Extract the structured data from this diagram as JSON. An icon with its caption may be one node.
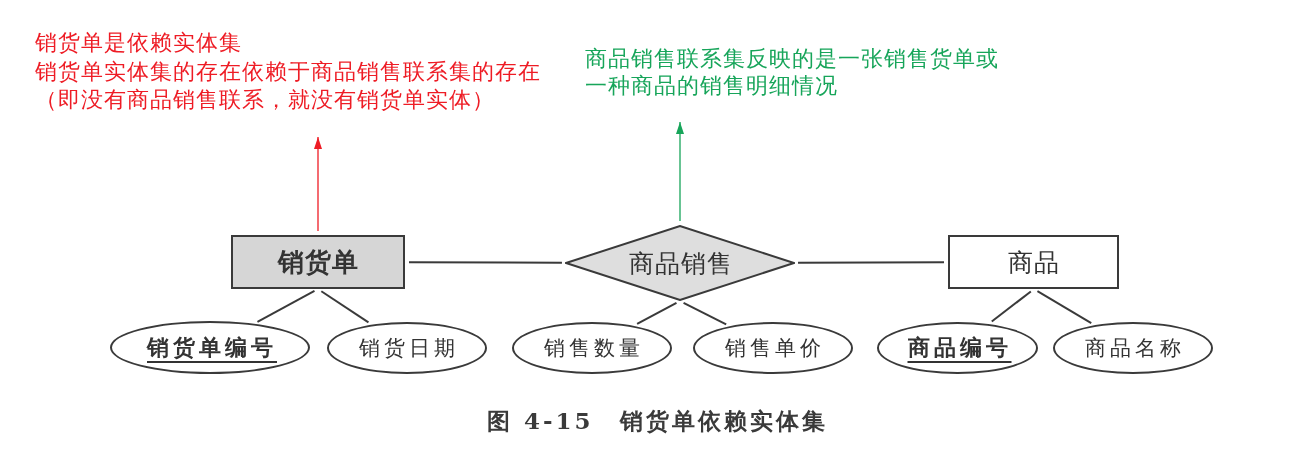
{
  "diagram": {
    "caption": "图 4-15　销货单依赖实体集",
    "nodes": [
      {
        "text": [
          "销货单是依赖实体集",
          "销货单实体集的存在依赖于商品销售联系集的存在",
          "（即没有商品销售联系，就没有销货单实体）"
        ]
      },
      {
        "text": [
          "商品销售联系集反映的是一张销售货单或一种商品的销售明细情况"
        ]
      },
      {
        "text": [
          "销货单"
        ]
      },
      {
        "text": [
          "商品销售"
        ]
      },
      {
        "text": [
          "商品"
        ]
      },
      {
        "text": [
          "销货单编号"
        ]
      },
      {
        "text": [
          "销货日期"
        ]
      },
      {
        "text": [
          "销售数量"
        ]
      },
      {
        "text": [
          "销售单价"
        ]
      },
      {
        "text": [
          "商品编号"
        ]
      },
      {
        "text": [
          "商品名称"
        ]
      }
    ],
    "edges": [
      {
        "from": 2,
        "to": 3,
        "arrow": "none"
      },
      {
        "from": 3,
        "to": 4,
        "arrow": "none"
      },
      {
        "from": 2,
        "to": 5,
        "arrow": "none"
      },
      {
        "from": 2,
        "to": 6,
        "arrow": "none"
      },
      {
        "from": 3,
        "to": 7,
        "arrow": "none"
      },
      {
        "from": 3,
        "to": 8,
        "arrow": "none"
      },
      {
        "from": 4,
        "to": 9,
        "arrow": "none"
      },
      {
        "from": 4,
        "to": 10,
        "arrow": "none"
      },
      {
        "from": 2,
        "to": 0,
        "arrow": "to",
        "color": "#ee1c25"
      },
      {
        "from": 3,
        "to": 1,
        "arrow": "to",
        "color": "#17a55a"
      }
    ]
  }
}
